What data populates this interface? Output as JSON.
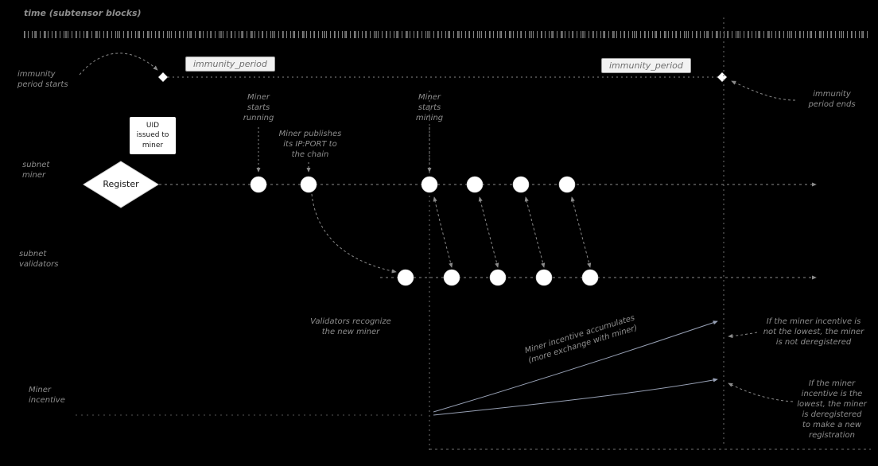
{
  "axis": {
    "time_label": "time (subtensor blocks)"
  },
  "markers": {
    "immunity_period_left": "immunity_period",
    "immunity_period_right": "immunity_period",
    "immunity_start": "immunity\nperiod starts",
    "immunity_end": "immunity\nperiod ends"
  },
  "lanes": {
    "miner": "subnet\nminer",
    "validators": "subnet\nvalidators",
    "incentive": "Miner\nincentive"
  },
  "nodes": {
    "register": "Register",
    "uid_box": "UID\nissued to\nminer"
  },
  "events": {
    "miner_starts_running": "Miner\nstarts\nrunning",
    "miner_publishes": "Miner publishes\nits IP:PORT to\nthe chain",
    "miner_starts_mining": "Miner\nstarts\nmining",
    "validators_recognize": "Validators recognize\nthe new miner",
    "incentive_accumulates": "Miner incentive accumulates\n(more exchange with miner)"
  },
  "outcomes": {
    "not_lowest": "If the miner incentive is\nnot the lowest, the miner\nis not deregistered",
    "lowest": "If the miner\nincentive is the\nlowest, the miner\nis deregistered\nto make a new\nregistration"
  },
  "colors": {
    "background": "#000000",
    "line": "#7d7d7d",
    "text": "#8d8d8d",
    "node_fill": "#ffffff",
    "incentive_line": "#97a0b4"
  }
}
